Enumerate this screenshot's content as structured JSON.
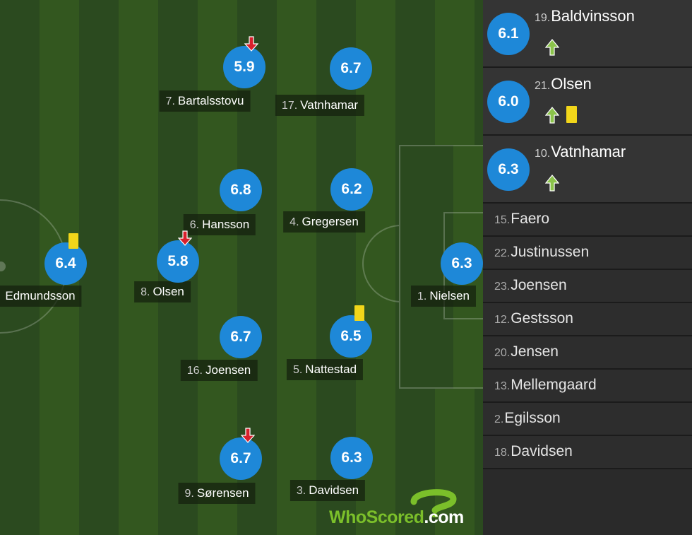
{
  "pitch_players": [
    {
      "rating": "6.4",
      "num": "",
      "name": "Edmundsson",
      "yellow_card": true,
      "subbed_off": false
    },
    {
      "rating": "5.9",
      "num": "7.",
      "name": "Bartalsstovu",
      "yellow_card": false,
      "subbed_off": true
    },
    {
      "rating": "6.7",
      "num": "17.",
      "name": "Vatnhamar",
      "yellow_card": false,
      "subbed_off": false
    },
    {
      "rating": "6.8",
      "num": "6.",
      "name": "Hansson",
      "yellow_card": false,
      "subbed_off": false
    },
    {
      "rating": "6.2",
      "num": "4.",
      "name": "Gregersen",
      "yellow_card": false,
      "subbed_off": false
    },
    {
      "rating": "5.8",
      "num": "8.",
      "name": "Olsen",
      "yellow_card": false,
      "subbed_off": true
    },
    {
      "rating": "6.3",
      "num": "1.",
      "name": "Nielsen",
      "yellow_card": false,
      "subbed_off": false
    },
    {
      "rating": "6.7",
      "num": "16.",
      "name": "Joensen",
      "yellow_card": false,
      "subbed_off": false
    },
    {
      "rating": "6.5",
      "num": "5.",
      "name": "Nattestad",
      "yellow_card": true,
      "subbed_off": false
    },
    {
      "rating": "6.7",
      "num": "9.",
      "name": "Sørensen",
      "yellow_card": false,
      "subbed_off": true
    },
    {
      "rating": "6.3",
      "num": "3.",
      "name": "Davidsen",
      "yellow_card": false,
      "subbed_off": false
    }
  ],
  "substitutes_in": [
    {
      "rating": "6.1",
      "num": "19.",
      "name": "Baldvinsson",
      "yellow_card": false
    },
    {
      "rating": "6.0",
      "num": "21.",
      "name": "Olsen",
      "yellow_card": true
    },
    {
      "rating": "6.3",
      "num": "10.",
      "name": "Vatnhamar",
      "yellow_card": false
    }
  ],
  "bench": [
    {
      "num": "15.",
      "name": "Faero"
    },
    {
      "num": "22.",
      "name": "Justinussen"
    },
    {
      "num": "23.",
      "name": "Joensen"
    },
    {
      "num": "12.",
      "name": "Gestsson"
    },
    {
      "num": "20.",
      "name": "Jensen"
    },
    {
      "num": "13.",
      "name": "Mellemgaard"
    },
    {
      "num": "2.",
      "name": "Egilsson"
    },
    {
      "num": "18.",
      "name": "Davidsen"
    }
  ],
  "logo": {
    "brand": "WhoScored",
    "dot_com": ".com"
  },
  "colors": {
    "rating_bubble": "#1e88d8",
    "yellow_card": "#f2d61a",
    "sub_off_arrow": "#d8202c",
    "sub_in_arrow": "#8bc34a"
  },
  "icons": {
    "sub_off": "red-down-arrow-icon",
    "sub_in": "green-up-arrow-icon",
    "card": "yellow-card-icon",
    "logo": "whoscored-question-mark-logo"
  }
}
